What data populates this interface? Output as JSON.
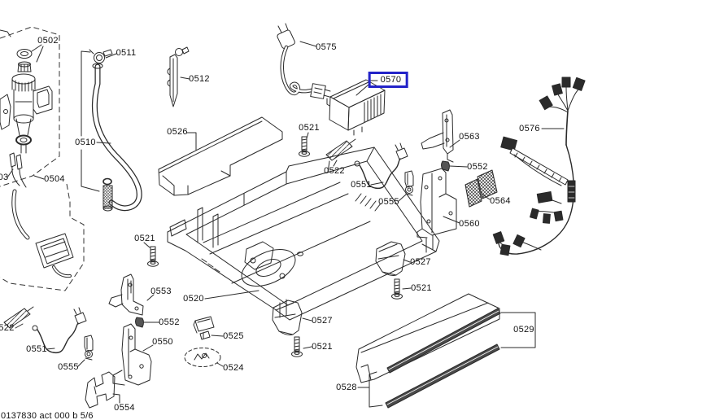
{
  "diagram": {
    "type": "exploded-parts-diagram",
    "footer_text": "0137830 act 000 b 5/6",
    "highlight": {
      "ref": "0570",
      "box_color": "#2323c8"
    },
    "labels": {
      "p0502": "0502",
      "p0503_partial": "03",
      "p0504": "0504",
      "p0510": "0510",
      "p0511": "0511",
      "p0512": "0512",
      "p0520": "0520",
      "p0521_top": "0521",
      "p0521_left": "0521",
      "p0521_mid": "0521",
      "p0521_right": "0521",
      "p0522_mid": "0522",
      "p0522_partial": "522",
      "p0524": "0524",
      "p0525": "0525",
      "p0526": "0526",
      "p0527_mid": "0527",
      "p0527_right": "0527",
      "p0528": "0528",
      "p0529": "0529",
      "p0550": "0550",
      "p0551_mid": "0551",
      "p0551_bottom": "0551",
      "p0552_mid": "0552",
      "p0552_bottom": "0552",
      "p0553": "0553",
      "p0554": "0554",
      "p0555_mid": "0555",
      "p0555_bottom": "0555",
      "p0560": "0560",
      "p0563": "0563",
      "p0564": "0564",
      "p0570": "0570",
      "p0575": "0575",
      "p0576": "0576"
    }
  }
}
